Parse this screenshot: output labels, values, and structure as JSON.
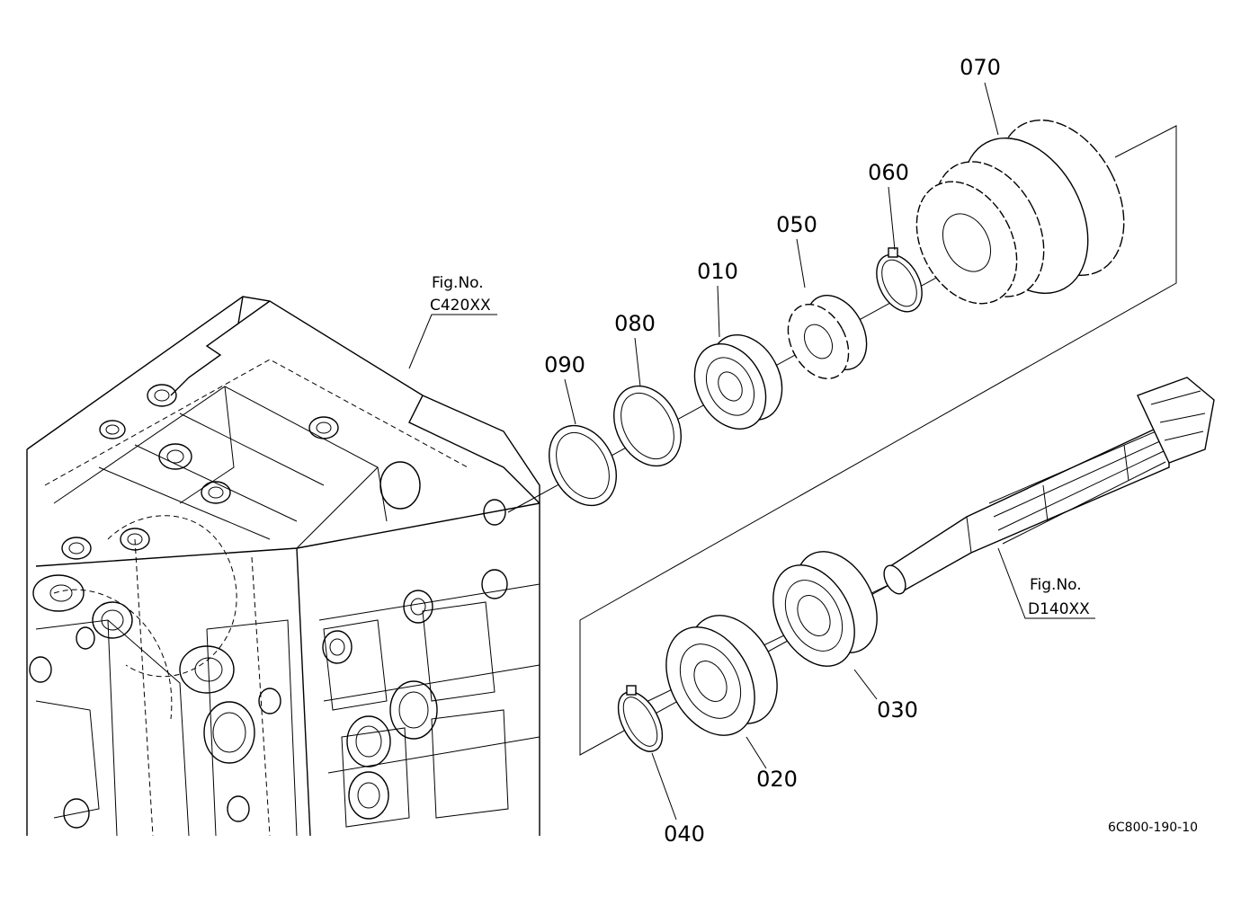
{
  "parts": [
    {
      "id": "callout-010",
      "label": "010"
    },
    {
      "id": "callout-020",
      "label": "020"
    },
    {
      "id": "callout-030",
      "label": "030"
    },
    {
      "id": "callout-040",
      "label": "040"
    },
    {
      "id": "callout-050",
      "label": "050"
    },
    {
      "id": "callout-060",
      "label": "060"
    },
    {
      "id": "callout-070",
      "label": "070"
    },
    {
      "id": "callout-080",
      "label": "080"
    },
    {
      "id": "callout-090",
      "label": "090"
    }
  ],
  "fig_refs": [
    {
      "line1": "Fig.No.",
      "line2": "C420XX"
    },
    {
      "line1": "Fig.No.",
      "line2": "D140XX"
    }
  ],
  "drawing_code": "6C800-190-10"
}
